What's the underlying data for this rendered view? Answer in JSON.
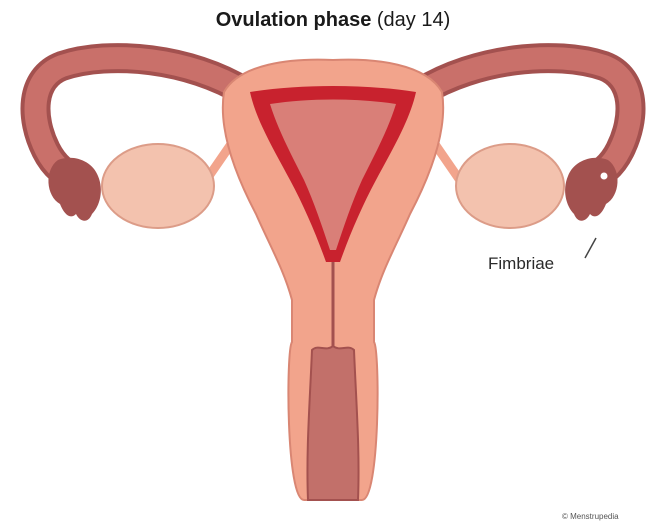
{
  "title": {
    "bold": "Ovulation phase",
    "normal": "(day 14)"
  },
  "labels": {
    "fimbriae": "Fimbriae"
  },
  "credit": "© Menstrupedia",
  "colors": {
    "tissue": "#f2a48c",
    "tissue_outline": "#d98673",
    "tube": "#c9706a",
    "tube_dark": "#a3514f",
    "endometrium": "#c8222e",
    "cavity": "#d97f78",
    "ovary": "#f3c2ae",
    "ovary_outline": "#dc9c88",
    "vagina": "#c2706a"
  }
}
